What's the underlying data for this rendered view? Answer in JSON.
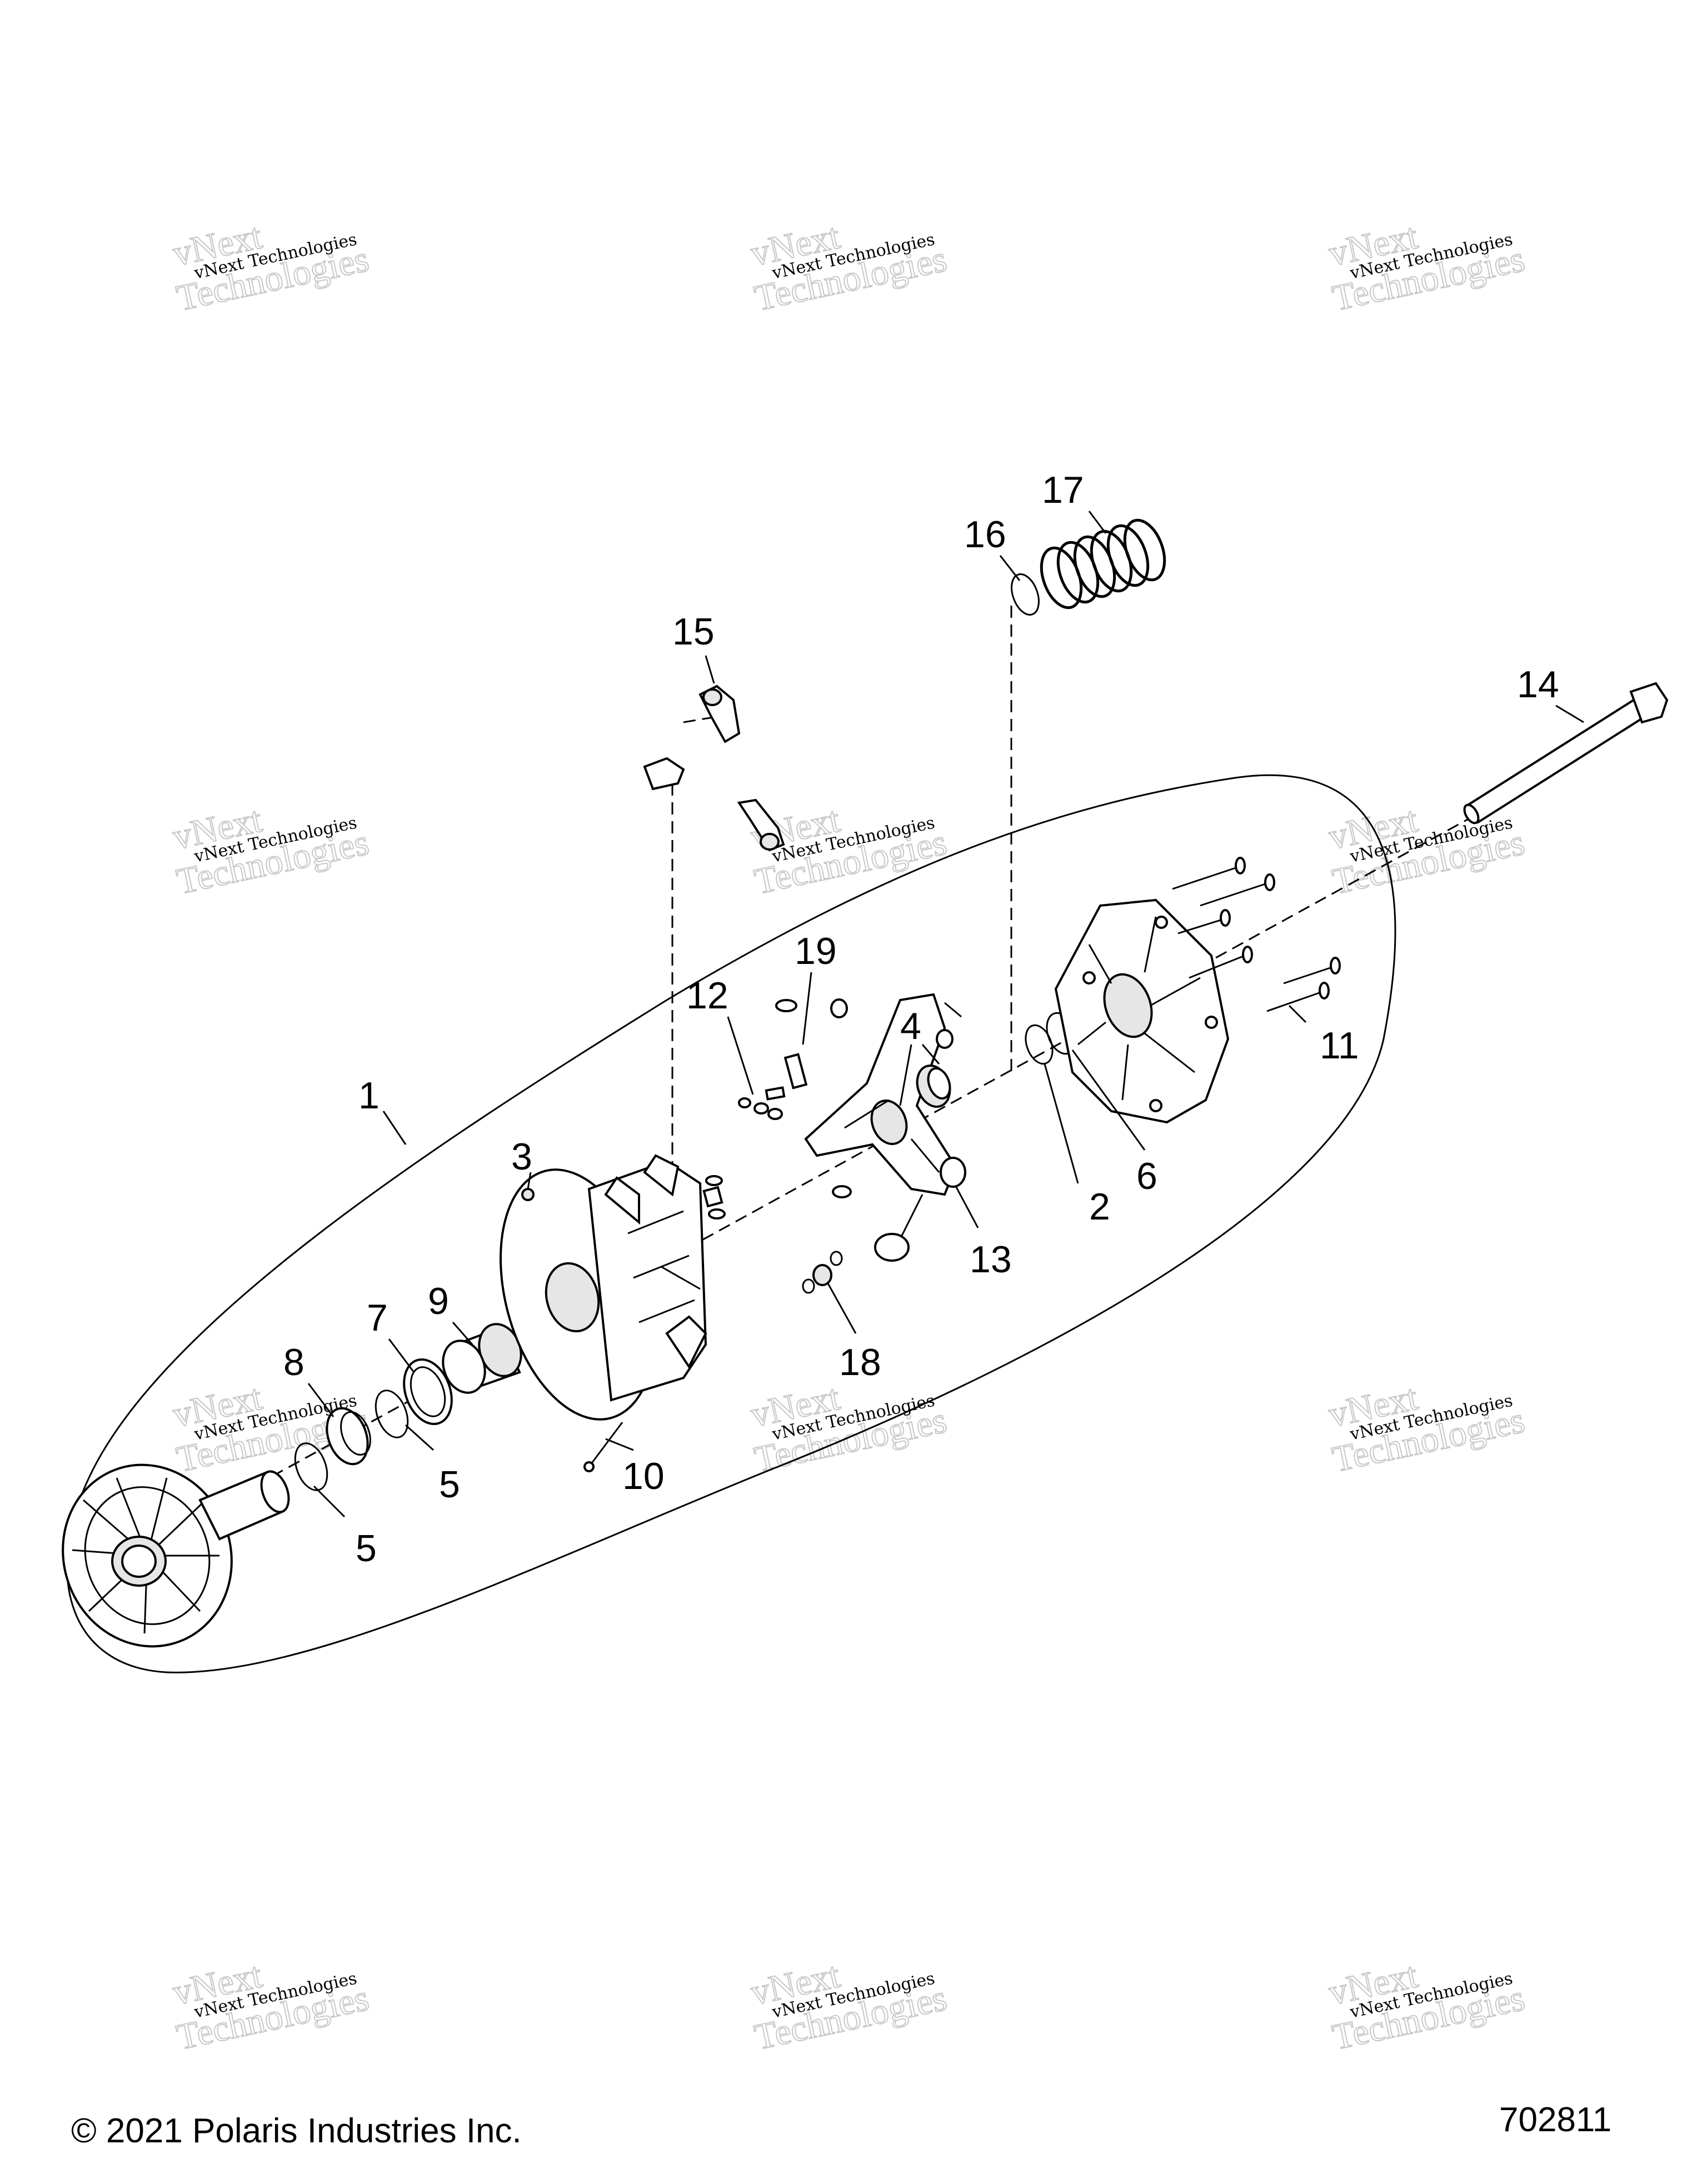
{
  "watermark": {
    "line1": "vNext Technologies",
    "line2": "Technologies",
    "line3": "vNext"
  },
  "callouts": {
    "c1": "1",
    "c2": "2",
    "c3": "3",
    "c4": "4",
    "c5a": "5",
    "c5b": "5",
    "c6": "6",
    "c7": "7",
    "c8": "8",
    "c9": "9",
    "c10": "10",
    "c11": "11",
    "c12": "12",
    "c13": "13",
    "c14": "14",
    "c15": "15",
    "c16": "16",
    "c17": "17",
    "c18": "18",
    "c19": "19"
  },
  "footer": {
    "copyright": "© 2021 Polaris Industries Inc.",
    "diagram_id": "702811"
  }
}
